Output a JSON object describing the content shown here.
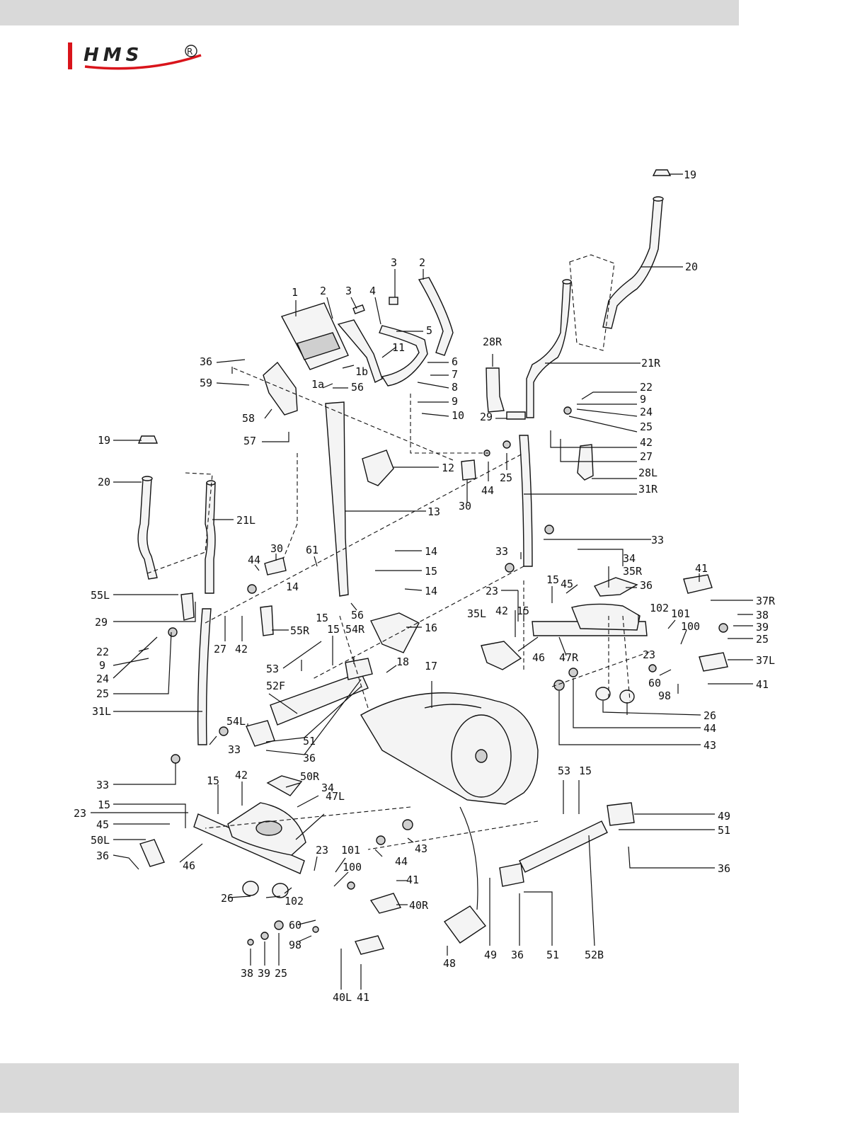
{
  "header": {
    "brand_logo_text": "HMS",
    "registered_mark": "®"
  },
  "colors": {
    "band": "#d9d9d9",
    "logo_red": "#d9141b",
    "ink": "#111111"
  },
  "labels": [
    {
      "id": "19a",
      "text": "19"
    },
    {
      "id": "20a",
      "text": "20"
    },
    {
      "id": "21R",
      "text": "21R"
    },
    {
      "id": "22a",
      "text": "22"
    },
    {
      "id": "9a",
      "text": "9"
    },
    {
      "id": "24a",
      "text": "24"
    },
    {
      "id": "25a",
      "text": "25"
    },
    {
      "id": "42a",
      "text": "42"
    },
    {
      "id": "27a",
      "text": "27"
    },
    {
      "id": "28L",
      "text": "28L"
    },
    {
      "id": "31R",
      "text": "31R"
    },
    {
      "id": "28R",
      "text": "28R"
    },
    {
      "id": "29a",
      "text": "29"
    },
    {
      "id": "1",
      "text": "1"
    },
    {
      "id": "2a",
      "text": "2"
    },
    {
      "id": "3a",
      "text": "3"
    },
    {
      "id": "4",
      "text": "4"
    },
    {
      "id": "3b",
      "text": "3"
    },
    {
      "id": "2b",
      "text": "2"
    },
    {
      "id": "5",
      "text": "5"
    },
    {
      "id": "11",
      "text": "11"
    },
    {
      "id": "6",
      "text": "6"
    },
    {
      "id": "7",
      "text": "7"
    },
    {
      "id": "8",
      "text": "8"
    },
    {
      "id": "9b",
      "text": "9"
    },
    {
      "id": "10",
      "text": "10"
    },
    {
      "id": "1b",
      "text": "1b"
    },
    {
      "id": "1a",
      "text": "1a"
    },
    {
      "id": "56a",
      "text": "56"
    },
    {
      "id": "36a",
      "text": "36"
    },
    {
      "id": "59",
      "text": "59"
    },
    {
      "id": "58",
      "text": "58"
    },
    {
      "id": "57",
      "text": "57"
    },
    {
      "id": "12",
      "text": "12"
    },
    {
      "id": "13",
      "text": "13"
    },
    {
      "id": "30a",
      "text": "30"
    },
    {
      "id": "44a",
      "text": "44"
    },
    {
      "id": "25b",
      "text": "25"
    },
    {
      "id": "19b",
      "text": "19"
    },
    {
      "id": "20b",
      "text": "20"
    },
    {
      "id": "21L",
      "text": "21L"
    },
    {
      "id": "30b",
      "text": "30"
    },
    {
      "id": "44b",
      "text": "44"
    },
    {
      "id": "61",
      "text": "61"
    },
    {
      "id": "14a",
      "text": "14"
    },
    {
      "id": "15a",
      "text": "15"
    },
    {
      "id": "14b",
      "text": "14"
    },
    {
      "id": "14c",
      "text": "14"
    },
    {
      "id": "15b",
      "text": "15"
    },
    {
      "id": "56b",
      "text": "56"
    },
    {
      "id": "16",
      "text": "16"
    },
    {
      "id": "55L",
      "text": "55L"
    },
    {
      "id": "29b",
      "text": "29"
    },
    {
      "id": "55R",
      "text": "55R"
    },
    {
      "id": "27b",
      "text": "27"
    },
    {
      "id": "42b",
      "text": "42"
    },
    {
      "id": "22b",
      "text": "22"
    },
    {
      "id": "9c",
      "text": "9"
    },
    {
      "id": "24b",
      "text": "24"
    },
    {
      "id": "25c",
      "text": "25"
    },
    {
      "id": "31L",
      "text": "31L"
    },
    {
      "id": "33a",
      "text": "33"
    },
    {
      "id": "33b",
      "text": "33"
    },
    {
      "id": "33c",
      "text": "33"
    },
    {
      "id": "34a",
      "text": "34"
    },
    {
      "id": "35R",
      "text": "35R"
    },
    {
      "id": "36b",
      "text": "36"
    },
    {
      "id": "33d",
      "text": "33"
    },
    {
      "id": "41a",
      "text": "41"
    },
    {
      "id": "37R",
      "text": "37R"
    },
    {
      "id": "38a",
      "text": "38"
    },
    {
      "id": "39a",
      "text": "39"
    },
    {
      "id": "25d",
      "text": "25"
    },
    {
      "id": "23a",
      "text": "23"
    },
    {
      "id": "15c",
      "text": "15"
    },
    {
      "id": "45a",
      "text": "45"
    },
    {
      "id": "42c",
      "text": "42"
    },
    {
      "id": "15d",
      "text": "15"
    },
    {
      "id": "102a",
      "text": "102"
    },
    {
      "id": "101a",
      "text": "101"
    },
    {
      "id": "100a",
      "text": "100"
    },
    {
      "id": "35L",
      "text": "35L"
    },
    {
      "id": "46a",
      "text": "46"
    },
    {
      "id": "47R",
      "text": "47R"
    },
    {
      "id": "23b",
      "text": "23"
    },
    {
      "id": "37L",
      "text": "37L"
    },
    {
      "id": "60a",
      "text": "60"
    },
    {
      "id": "98a",
      "text": "98"
    },
    {
      "id": "41b",
      "text": "41"
    },
    {
      "id": "26a",
      "text": "26"
    },
    {
      "id": "44c",
      "text": "44"
    },
    {
      "id": "43a",
      "text": "43"
    },
    {
      "id": "15e",
      "text": "15"
    },
    {
      "id": "53a",
      "text": "53"
    },
    {
      "id": "54R",
      "text": "54R"
    },
    {
      "id": "52F",
      "text": "52F"
    },
    {
      "id": "18",
      "text": "18"
    },
    {
      "id": "17",
      "text": "17"
    },
    {
      "id": "54L",
      "text": "54L"
    },
    {
      "id": "51a",
      "text": "51"
    },
    {
      "id": "36c",
      "text": "36"
    },
    {
      "id": "15f",
      "text": "15"
    },
    {
      "id": "42d",
      "text": "42"
    },
    {
      "id": "50R",
      "text": "50R"
    },
    {
      "id": "34b",
      "text": "34"
    },
    {
      "id": "47L",
      "text": "47L"
    },
    {
      "id": "23c",
      "text": "23"
    },
    {
      "id": "15g",
      "text": "15"
    },
    {
      "id": "45b",
      "text": "45"
    },
    {
      "id": "50L",
      "text": "50L"
    },
    {
      "id": "36d",
      "text": "36"
    },
    {
      "id": "46b",
      "text": "46"
    },
    {
      "id": "26b",
      "text": "26"
    },
    {
      "id": "102b",
      "text": "102"
    },
    {
      "id": "23d",
      "text": "23"
    },
    {
      "id": "101b",
      "text": "101"
    },
    {
      "id": "100b",
      "text": "100"
    },
    {
      "id": "41c",
      "text": "41"
    },
    {
      "id": "40R",
      "text": "40R"
    },
    {
      "id": "60b",
      "text": "60"
    },
    {
      "id": "98b",
      "text": "98"
    },
    {
      "id": "38b",
      "text": "38"
    },
    {
      "id": "39b",
      "text": "39"
    },
    {
      "id": "25e",
      "text": "25"
    },
    {
      "id": "40L",
      "text": "40L"
    },
    {
      "id": "41d",
      "text": "41"
    },
    {
      "id": "44d",
      "text": "44"
    },
    {
      "id": "43b",
      "text": "43"
    },
    {
      "id": "48",
      "text": "48"
    },
    {
      "id": "53b",
      "text": "53"
    },
    {
      "id": "15h",
      "text": "15"
    },
    {
      "id": "49a",
      "text": "49"
    },
    {
      "id": "51b",
      "text": "51"
    },
    {
      "id": "36e",
      "text": "36"
    },
    {
      "id": "49b",
      "text": "49"
    },
    {
      "id": "36f",
      "text": "36"
    },
    {
      "id": "51c",
      "text": "51"
    },
    {
      "id": "52B",
      "text": "52B"
    }
  ]
}
